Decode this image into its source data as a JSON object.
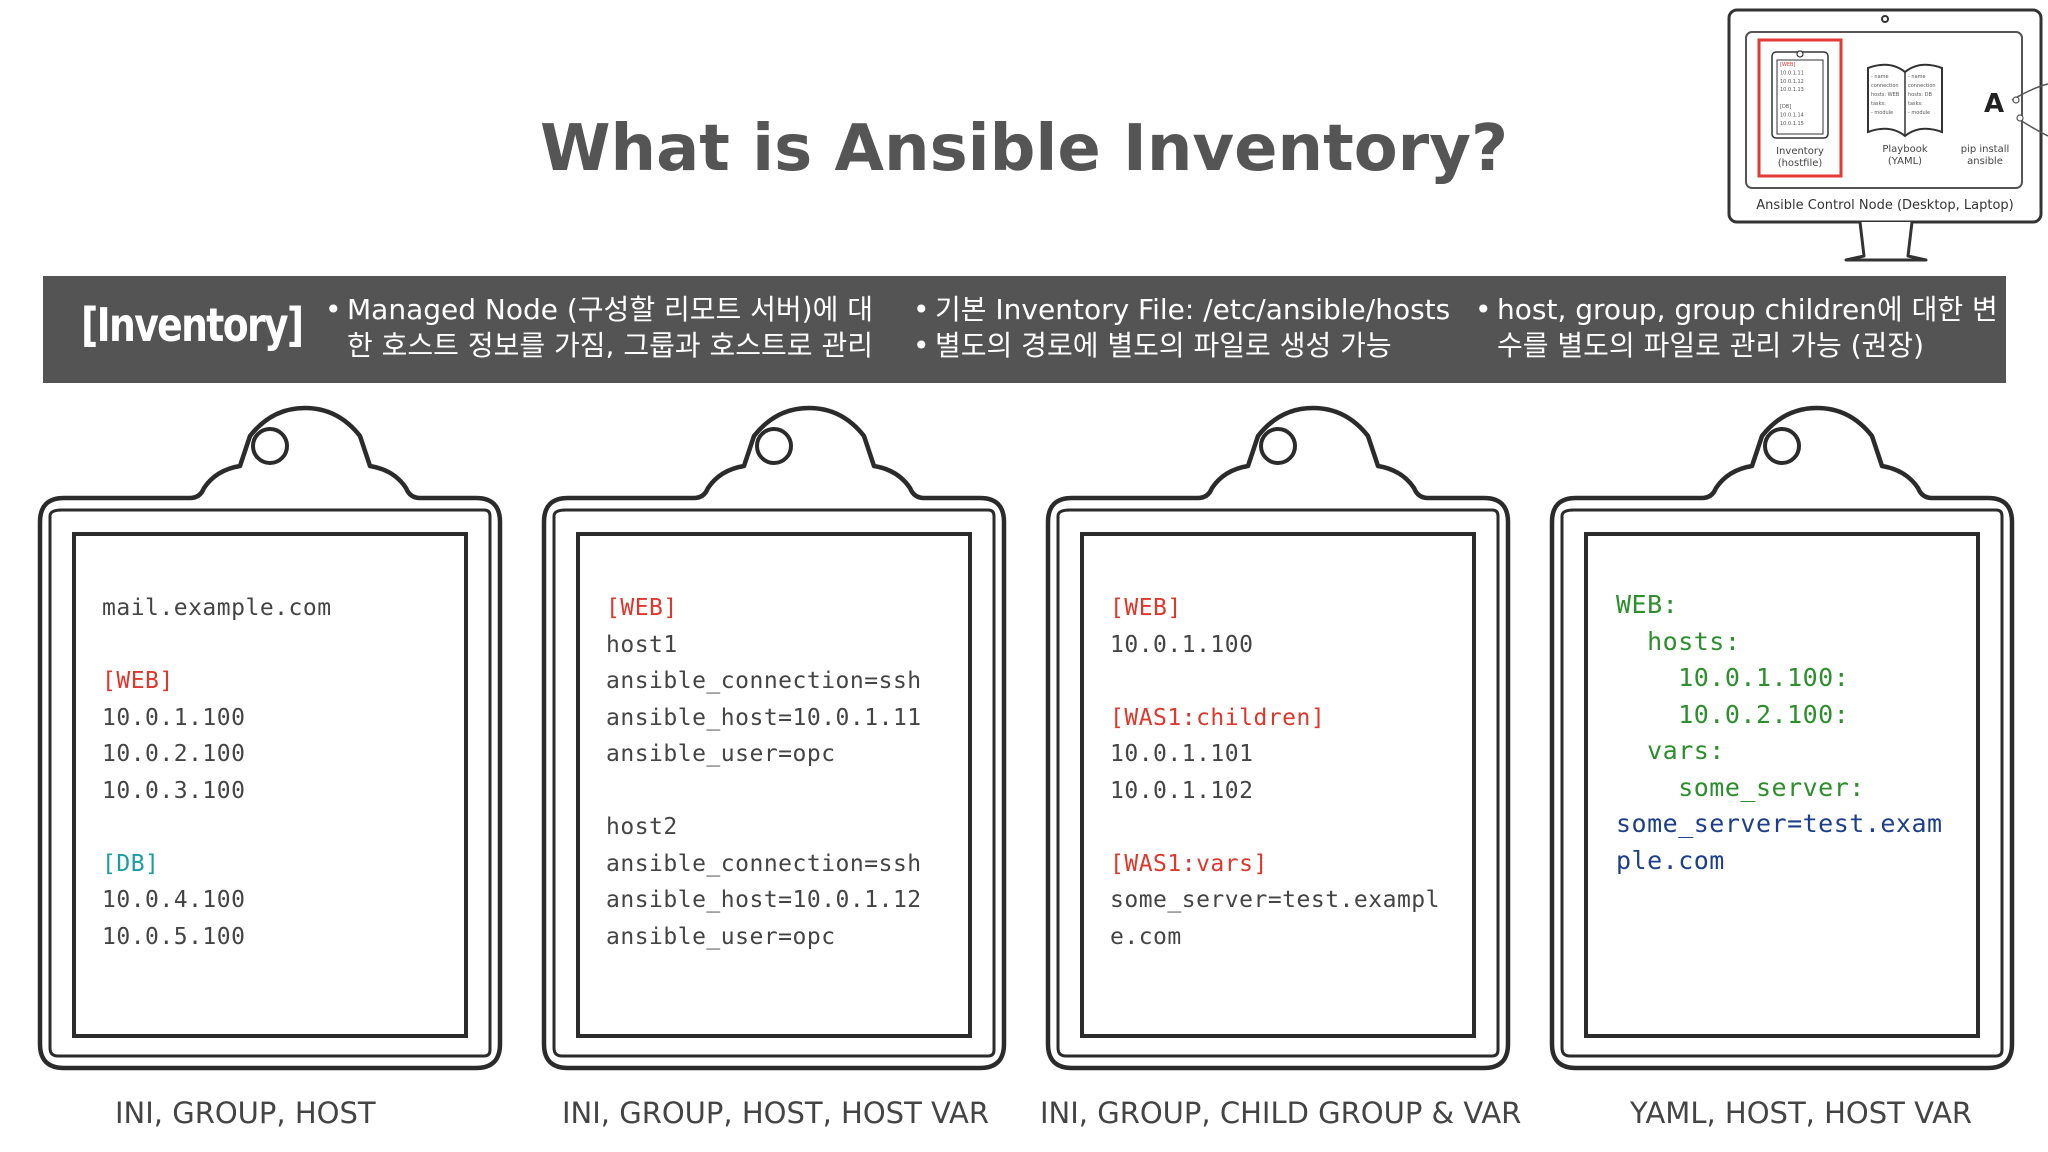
{
  "title": "What is Ansible Inventory?",
  "banner": {
    "label": "[Inventory]",
    "col1": [
      "Managed Node (구성할 리모트 서버)에 대",
      "한 호스트 정보를 가짐, 그룹과 호스트로 관리"
    ],
    "col2": [
      "기본 Inventory File: /etc/ansible/hosts",
      "별도의 경로에 별도의 파일로 생성 가능"
    ],
    "col3": [
      "host, group, group children에 대한 변",
      "수를 별도의 파일로 관리 가능 (권장)"
    ]
  },
  "monitor": {
    "caption": "Ansible Control Node (Desktop, Laptop)",
    "inventory_label": [
      "Inventory",
      "(hostfile)"
    ],
    "playbook_label": [
      "Playbook",
      "(YAML)"
    ],
    "pip_label": [
      "pip install",
      "ansible"
    ],
    "mini_inventory": [
      "[WEB]",
      "10.0.1.11",
      "10.0.1.12",
      "10.0.1.13",
      "",
      "[DB]",
      "10.0.1.14",
      "10.0.1.15"
    ],
    "mini_playbook_left": [
      "- name",
      "  connection",
      "  hosts: WEB",
      "  tasks:",
      "  - module"
    ],
    "mini_playbook_right": [
      "- name",
      "  connection",
      "  hosts: DB",
      "  tasks:",
      "  - module"
    ],
    "logo_glyph": "A"
  },
  "clipboards": [
    {
      "caption": "INI, GROUP, HOST",
      "lines": [
        {
          "t": "mail.example.com",
          "c": "plain"
        },
        {
          "t": "",
          "c": "plain"
        },
        {
          "t": "[WEB]",
          "c": "red"
        },
        {
          "t": "10.0.1.100",
          "c": "plain"
        },
        {
          "t": "10.0.2.100",
          "c": "plain"
        },
        {
          "t": "10.0.3.100",
          "c": "plain"
        },
        {
          "t": "",
          "c": "plain"
        },
        {
          "t": "[DB]",
          "c": "teal"
        },
        {
          "t": "10.0.4.100",
          "c": "plain"
        },
        {
          "t": "10.0.5.100",
          "c": "plain"
        }
      ]
    },
    {
      "caption": "INI, GROUP, HOST, HOST VAR",
      "lines": [
        {
          "t": "[WEB]",
          "c": "red"
        },
        {
          "t": "host1",
          "c": "plain"
        },
        {
          "t": "ansible_connection=ssh",
          "c": "plain"
        },
        {
          "t": "ansible_host=10.0.1.11",
          "c": "plain"
        },
        {
          "t": "ansible_user=opc",
          "c": "plain"
        },
        {
          "t": "",
          "c": "plain"
        },
        {
          "t": "host2",
          "c": "plain"
        },
        {
          "t": "ansible_connection=ssh",
          "c": "plain"
        },
        {
          "t": "ansible_host=10.0.1.12",
          "c": "plain"
        },
        {
          "t": "ansible_user=opc",
          "c": "plain"
        }
      ]
    },
    {
      "caption": "INI, GROUP, CHILD GROUP & VAR",
      "lines": [
        {
          "t": "[WEB]",
          "c": "red"
        },
        {
          "t": "10.0.1.100",
          "c": "plain"
        },
        {
          "t": "",
          "c": "plain"
        },
        {
          "t": "[WAS1:children]",
          "c": "red"
        },
        {
          "t": "10.0.1.101",
          "c": "plain"
        },
        {
          "t": "10.0.1.102",
          "c": "plain"
        },
        {
          "t": "",
          "c": "plain"
        },
        {
          "t": "[WAS1:vars]",
          "c": "red"
        },
        {
          "t": "some_server=test.exampl",
          "c": "plain"
        },
        {
          "t": "e.com",
          "c": "plain"
        }
      ]
    },
    {
      "caption": "YAML, HOST, HOST VAR",
      "lines": [
        {
          "t": "WEB:",
          "c": "green"
        },
        {
          "t": "  hosts:",
          "c": "green"
        },
        {
          "t": "    10.0.1.100:",
          "c": "green"
        },
        {
          "t": "    10.0.2.100:",
          "c": "green"
        },
        {
          "t": "  vars:",
          "c": "green"
        },
        {
          "t": "    some_server:",
          "c": "green"
        },
        {
          "t": "some_server=test.exam",
          "c": "blue"
        },
        {
          "t": "ple.com",
          "c": "blue"
        }
      ]
    }
  ]
}
